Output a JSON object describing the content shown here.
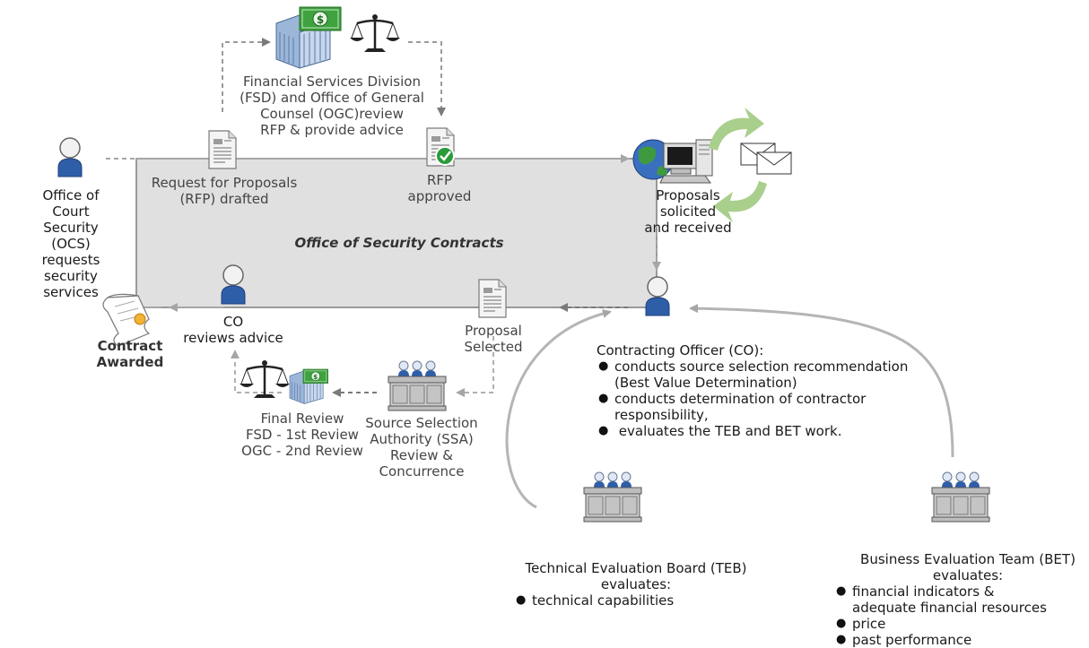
{
  "labels": {
    "ocs": "Office of\nCourt Security\n(OCS)\nrequests security\nservices",
    "rfp_drafted": "Request for Proposals\n(RFP) drafted",
    "fsd_ogc": "Financial Services Division\n(FSD) and Office of General\nCounsel (OGC)review\nRFP & provide advice",
    "rfp_approved": "RFP\napproved",
    "proposals": "Proposals\nsolicited\nand received",
    "office": "Office of Security Contracts",
    "co_reviews": "CO\nreviews advice",
    "contract_awarded": "Contract\nAwarded",
    "proposal_selected": "Proposal\nSelected",
    "final_review": "Final Review\nFSD - 1st Review\nOGC - 2nd Review",
    "ssa": "Source Selection\nAuthority (SSA)\nReview &\nConcurrence"
  },
  "co": {
    "title": "Contracting Officer (CO):",
    "items": [
      "conducts source selection recommendation\n(Best Value Determination)",
      "conducts determination of contractor\nresponsibility,",
      " evaluates the TEB and BET work."
    ]
  },
  "teb": {
    "title": "Technical Evaluation Board (TEB)\nevaluates:",
    "items": [
      "technical capabilities"
    ]
  },
  "bet": {
    "title": "Business Evaluation Team (BET)\nevaluates:",
    "items": [
      "financial indicators &\nadequate financial resources",
      "price",
      "past performance"
    ]
  },
  "icons": {
    "dollar": "$"
  },
  "colors": {
    "box_fill": "#e0e0e0",
    "box_stroke": "#7d7d7d",
    "person_body": "#2f5ea8",
    "arrow_gray": "#a6a6a6",
    "dashed": "#9a9a9a",
    "money_green": "#3fa23f",
    "cycle_green": "#a9cf8c"
  }
}
